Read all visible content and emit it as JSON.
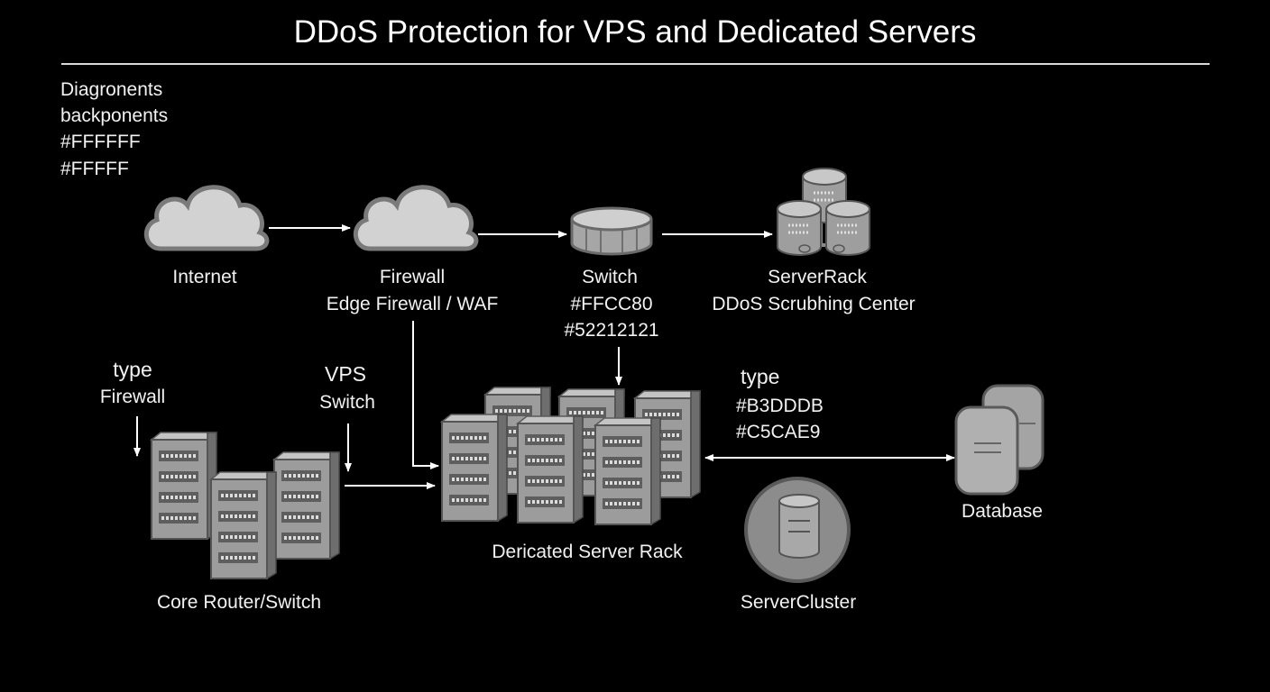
{
  "title": "DDoS Protection for VPS and Dedicated Servers",
  "corner_notes": [
    "Diagronents",
    "backponents",
    "#FFFFFF",
    "#FFFFF"
  ],
  "nodes": {
    "internet": {
      "label": "Internet",
      "icon": "cloud-icon"
    },
    "firewall": {
      "label": "Firewall",
      "sublabel": "Edge Firewall / WAF",
      "icon": "cloud-icon"
    },
    "switch": {
      "label": "Switch",
      "sublabel1": "#FFCC80",
      "sublabel2": "#52212121",
      "icon": "switch-disk-icon"
    },
    "server_rack": {
      "label": "ServerRack",
      "sublabel": "DDoS Scrubhing Center",
      "icon": "database-cluster-icon"
    },
    "core_router": {
      "label": "Core Router/Switch",
      "icon": "server-tower-icon"
    },
    "dedicated_rack": {
      "label": "Dericated Server Rack",
      "icon": "server-tower-icon"
    },
    "server_cluster": {
      "label": "ServerCluster",
      "icon": "database-icon"
    },
    "database": {
      "label": "Database",
      "icon": "database-icon"
    }
  },
  "annotations": {
    "type_firewall": {
      "line1": "type",
      "line2": "Firewall"
    },
    "vps_switch": {
      "line1": "VPS",
      "line2": "Switch"
    },
    "type_colors": {
      "line1": "type",
      "line2": "#B3DDDB",
      "line3": "#C5CAE9"
    }
  },
  "colors": {
    "background": "#000000",
    "icon_fill": "#9a9a9a",
    "icon_stroke": "#5a5a5a",
    "arrow": "#ffffff",
    "text": "#f2f2f2"
  }
}
